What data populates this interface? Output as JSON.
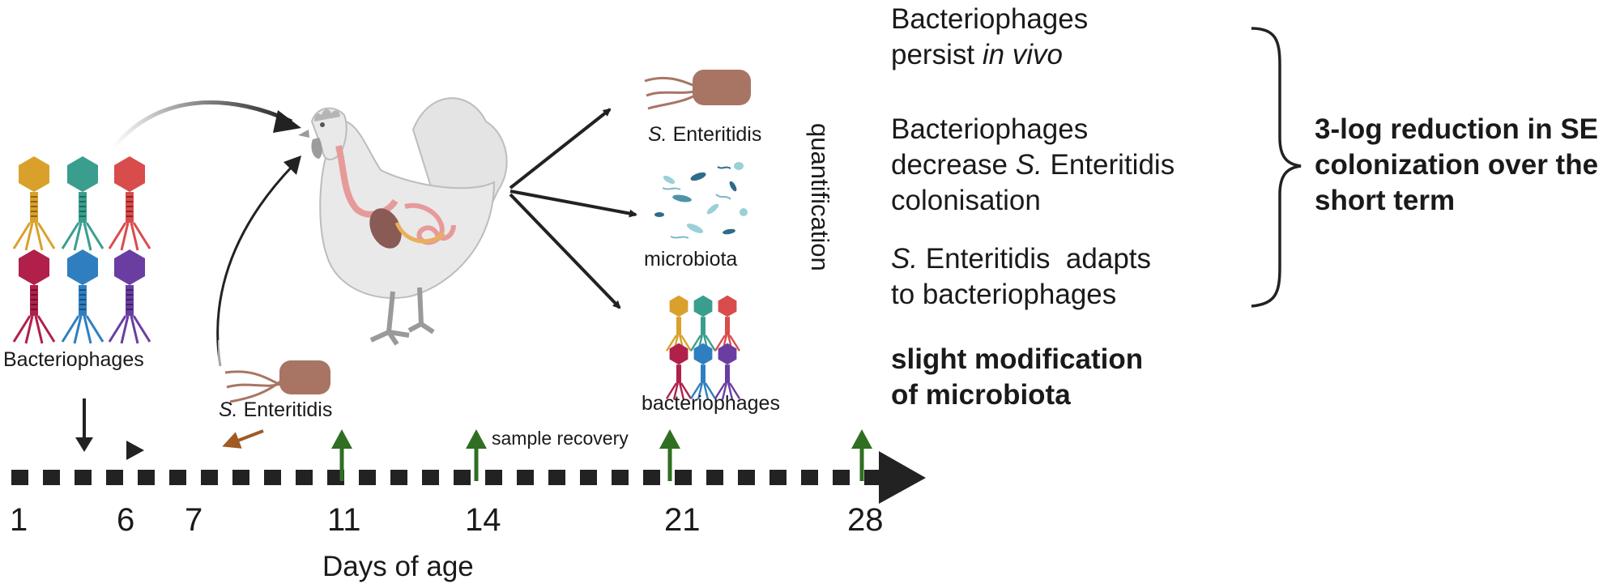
{
  "phage_label": "Bacteriophages",
  "se_label_left": {
    "italic": "S.",
    "rest": " Enteritidis"
  },
  "se_label_right": {
    "italic": "S.",
    "rest": " Enteritidis"
  },
  "microbiota_label": "microbiota",
  "phages_label_right": "bacteriophages",
  "quantification_label": "quantification",
  "sample_recovery_label": "sample recovery",
  "timeline": {
    "axis_label": "Days of age",
    "days": [
      "1",
      "6",
      "7",
      "11",
      "14",
      "21",
      "28"
    ]
  },
  "findings": {
    "f1_line1": "Bacteriophages",
    "f1_line2_a": "persist ",
    "f1_line2_b": "in vivo",
    "f2_line1": "Bacteriophages",
    "f2_line2_a": "decrease ",
    "f2_line2_b": "S.",
    "f2_line2_c": " Enteritidis",
    "f2_line3": "colonisation",
    "f3_line1_a": "S.",
    "f3_line1_b": " Enteritidis  adapts",
    "f3_line2": "to bacteriophages",
    "f4_line1": "slight modification",
    "f4_line2": "of microbiota"
  },
  "conclusion": {
    "line1": "3-log reduction in SE",
    "line2": "colonization over the",
    "line3": "short term"
  },
  "colors": {
    "phage_gold": "#d9a12c",
    "phage_teal": "#3a9e8f",
    "phage_red": "#d94c4c",
    "phage_crimson": "#b0204a",
    "phage_blue": "#2f7fc0",
    "phage_purple": "#6a3ea1",
    "bacterium": "#a87565",
    "timeline": "#222222",
    "sample_arrow": "#2f6f22",
    "inoculation_arrow": "#a05a22"
  }
}
